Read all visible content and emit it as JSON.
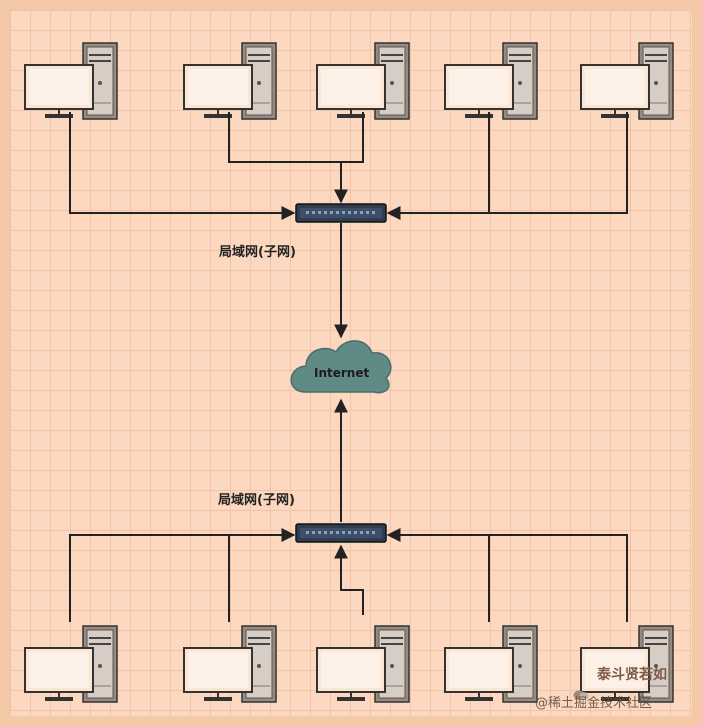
{
  "diagram": {
    "lan_top_label": "局域网(子网)",
    "lan_bottom_label": "局域网(子网)",
    "cloud_label": "Internet"
  },
  "watermark": {
    "line1": "泰斗贤若如",
    "line2": "@稀土掘金技术社区"
  }
}
